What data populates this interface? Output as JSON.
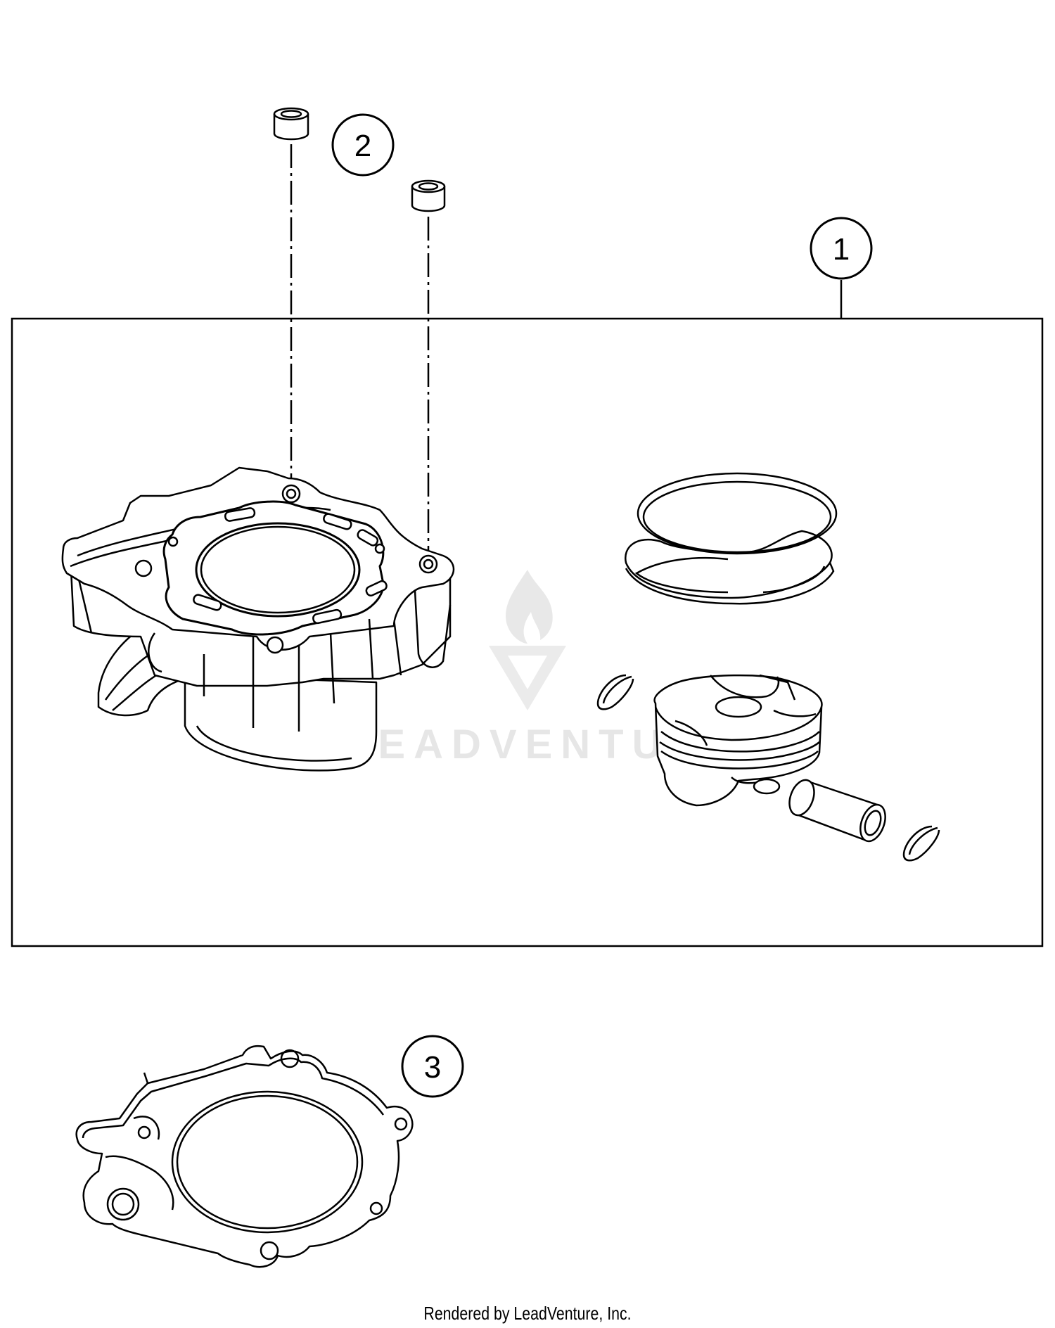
{
  "callouts": [
    {
      "label": "1",
      "part": "cylinder-piston-kit"
    },
    {
      "label": "2",
      "part": "dowel-sleeve"
    },
    {
      "label": "3",
      "part": "cylinder-base-gasket"
    }
  ],
  "watermark": {
    "text": "LEADVENTURE"
  },
  "footer": {
    "credit": "Rendered by LeadVenture, Inc."
  },
  "colors": {
    "line": "#000000",
    "watermark": "#e6e6e6",
    "background": "#ffffff"
  }
}
